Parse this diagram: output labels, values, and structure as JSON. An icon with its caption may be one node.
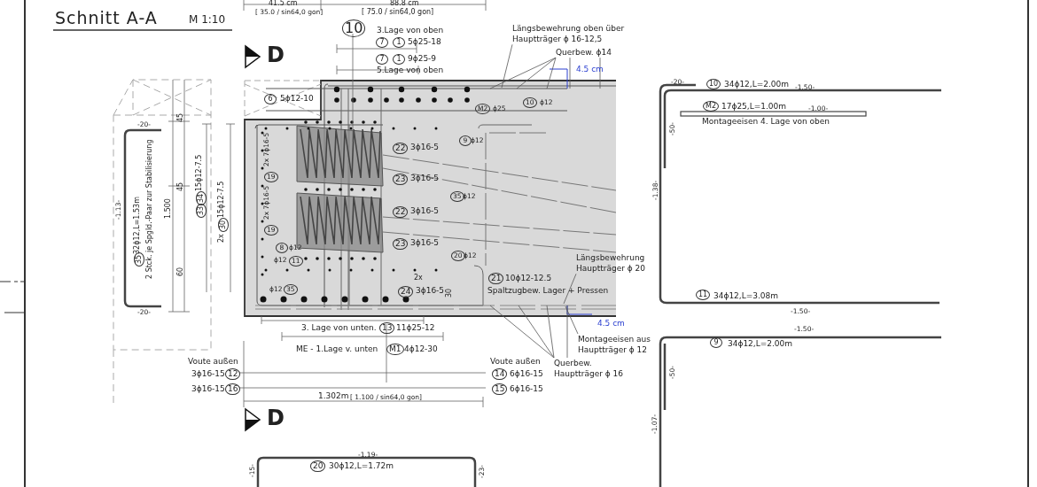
{
  "diagram": {
    "title": "Schnitt A-A",
    "nodes": [
      {
        "text": [
          "Längsbewehrung oben über Hauptträger ϕ 16-12,5"
        ]
      },
      {
        "text": [
          "Querbew. ϕ14"
        ]
      },
      {
        "text": [
          "Längsbewehrung Hauptträger ϕ 20"
        ]
      },
      {
        "text": [
          "Montageeisen aus Hauptträger ϕ 12"
        ]
      },
      {
        "text": [
          "Querbew. Hauptträger ϕ 16"
        ]
      }
    ],
    "edges": [
      {
        "from": 0,
        "to": null,
        "arrow": "none"
      },
      {
        "from": 1,
        "to": null,
        "arrow": "none"
      },
      {
        "from": 1,
        "to": null,
        "arrow": "none"
      },
      {
        "from": 1,
        "to": null,
        "arrow": "none"
      },
      {
        "from": 1,
        "to": null,
        "arrow": "none"
      },
      {
        "from": 1,
        "to": null,
        "arrow": "none"
      },
      {
        "from": 2,
        "to": null,
        "arrow": "none"
      },
      {
        "from": 3,
        "to": null,
        "arrow": "none"
      },
      {
        "from": 4,
        "to": null,
        "arrow": "none"
      },
      {
        "from": 4,
        "to": null,
        "arrow": "none"
      },
      {
        "from": 4,
        "to": null,
        "arrow": "none"
      },
      {
        "from": 4,
        "to": null,
        "arrow": "none"
      }
    ],
    "labels": [
      "M 1:10",
      "41.5 cm",
      "[ 35.0 / sin64,0 gon]",
      "88.8 cm",
      "[ 75.0 / sin64,0 gon]",
      "10",
      "3.Lage von oben",
      "7",
      "1",
      "5ϕ25-18",
      "7",
      "1",
      "9ϕ25-9",
      "5.Lage von oben",
      "D",
      "6",
      "5ϕ12-10",
      "M2",
      "ϕ25",
      "10",
      "ϕ12",
      "9",
      "ϕ12",
      "22",
      "3ϕ16-5",
      "19",
      "2x 7ϕ16-5",
      "23",
      "3ϕ16-5",
      "35",
      "ϕ12",
      "19",
      "2x 7ϕ16-5",
      "22",
      "3ϕ16-5",
      "8",
      "ϕ12",
      "ϕ12",
      "11",
      "23",
      "3ϕ16-5",
      "20",
      "ϕ12",
      "ϕ12",
      "35",
      "21",
      "10ϕ12-12.5",
      "Spaltzugbew. Lager + Pressen",
      "2x",
      "24",
      "3ϕ16-5",
      "30",
      "45",
      "45",
      "1.500",
      "60",
      "33",
      "34",
      "15ϕ12-7.5",
      "2x",
      "30",
      "15ϕ12-7.5",
      "-1.13-",
      "35",
      "32ϕ12,L=1.53m",
      "2 Stck. je Spgld.-Paar zur Stabilisierung",
      "-20-",
      "-20-",
      "3. Lage von unten.",
      "13",
      "11ϕ25-12",
      "ME - 1.Lage v. unten",
      "M1",
      "4ϕ12-30",
      "Voute außen",
      "3ϕ16-15",
      "12",
      "3ϕ16-15",
      "16",
      "Voute außen",
      "14",
      "6ϕ16-15",
      "15",
      "6ϕ16-15",
      "1.302m",
      "[ 1.100 / sin64,0 gon]",
      "D",
      "-20-",
      "10",
      "34ϕ12,L=2.00m",
      "-1.50-",
      "M2",
      "17ϕ25,L=1.00m",
      "-1.00-",
      "Montageeisen 4. Lage von oben",
      "-50-",
      "-1.38-",
      "11",
      "34ϕ12,L=3.08m",
      "-1.50-",
      "-1.50-",
      "9",
      "34ϕ12,L=2.00m",
      "-50-",
      "-1.07-",
      "20",
      "30ϕ12,L=1.72m",
      "-1.19-",
      "-15-",
      "-23-",
      "4.5 cm",
      "4.5 cm"
    ]
  }
}
